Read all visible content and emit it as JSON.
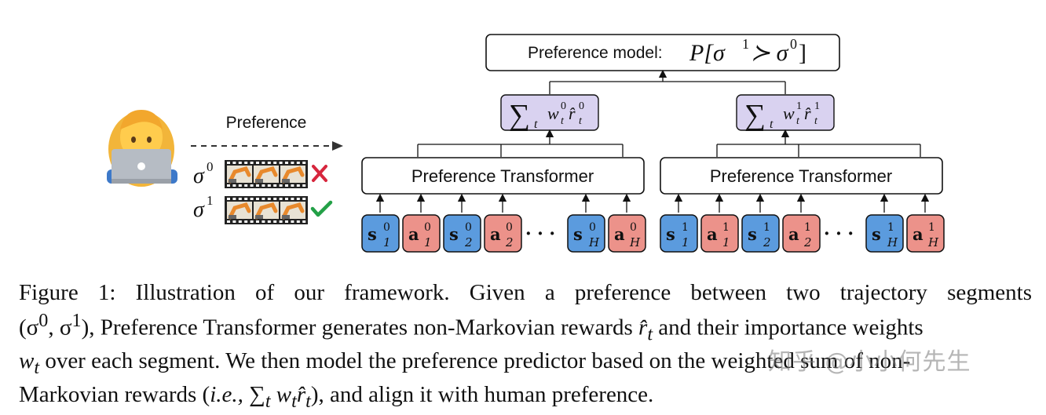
{
  "preference_label": "Preference",
  "sigma0_label": "σ",
  "sigma0_sup": "0",
  "sigma1_label": "σ",
  "sigma1_sup": "1",
  "preference_model": {
    "text": "Preference model:",
    "formula_P": "P[σ",
    "formula_sup1": "1",
    "formula_mid": " ≻ σ",
    "formula_sup0": "0",
    "formula_end": "]"
  },
  "sum_left": {
    "sigma": "∑",
    "sub": "t",
    "w": "w",
    "w_sup": "0",
    "w_sub": "t",
    "r": "r̂",
    "r_sup": "0",
    "r_sub": "t"
  },
  "sum_right": {
    "sigma": "∑",
    "sub": "t",
    "w": "w",
    "w_sup": "1",
    "w_sub": "t",
    "r": "r̂",
    "r_sup": "1",
    "r_sub": "t"
  },
  "transformer_left": "Preference Transformer",
  "transformer_right": "Preference Transformer",
  "tokens_left": [
    {
      "kind": "s",
      "letter": "s",
      "sup": "0",
      "sub": "1"
    },
    {
      "kind": "a",
      "letter": "a",
      "sup": "0",
      "sub": "1"
    },
    {
      "kind": "s",
      "letter": "s",
      "sup": "0",
      "sub": "2"
    },
    {
      "kind": "a",
      "letter": "a",
      "sup": "0",
      "sub": "2"
    },
    {
      "kind": "s",
      "letter": "s",
      "sup": "0",
      "sub": "H"
    },
    {
      "kind": "a",
      "letter": "a",
      "sup": "0",
      "sub": "H"
    }
  ],
  "tokens_right": [
    {
      "kind": "s",
      "letter": "s",
      "sup": "1",
      "sub": "1"
    },
    {
      "kind": "a",
      "letter": "a",
      "sup": "1",
      "sub": "1"
    },
    {
      "kind": "s",
      "letter": "s",
      "sup": "1",
      "sub": "2"
    },
    {
      "kind": "a",
      "letter": "a",
      "sup": "1",
      "sub": "2"
    },
    {
      "kind": "s",
      "letter": "s",
      "sup": "1",
      "sub": "H"
    },
    {
      "kind": "a",
      "letter": "a",
      "sup": "1",
      "sub": "H"
    }
  ],
  "ellipsis": "· · ·",
  "icons": {
    "person": "person-with-laptop-icon",
    "reject": "red-cross-icon",
    "accept": "green-check-icon"
  },
  "colors": {
    "state_token": "#5b9bde",
    "action_token": "#ec928a",
    "sum_box": "#d9d2f0",
    "reject": "#d7263d",
    "accept": "#23a047"
  },
  "caption": {
    "line1": "Figure 1: Illustration of our framework.  Given a preference between two trajectory segments",
    "line2_a": "(σ",
    "line2_sup0": "0",
    "line2_b": ", σ",
    "line2_sup1": "1",
    "line2_c": "), Preference Transformer generates non-Markovian rewards ",
    "line2_r": "r̂",
    "line2_rsub": "t",
    "line2_d": " and their importance weights",
    "line3_w": "w",
    "line3_wsub": "t",
    "line3_rest": " over each segment. We then model the preference predictor based on the weighted sum of non-",
    "line4_a": "Markovian rewards (",
    "line4_ie": "i.e.,",
    "line4_sum": " ∑",
    "line4_sumsub": "t",
    "line4_w": " w",
    "line4_wsub": "t",
    "line4_r": "r̂",
    "line4_rsub": "t",
    "line4_end": "), and align it with human preference."
  },
  "watermark": "知乎 @小小何先生"
}
